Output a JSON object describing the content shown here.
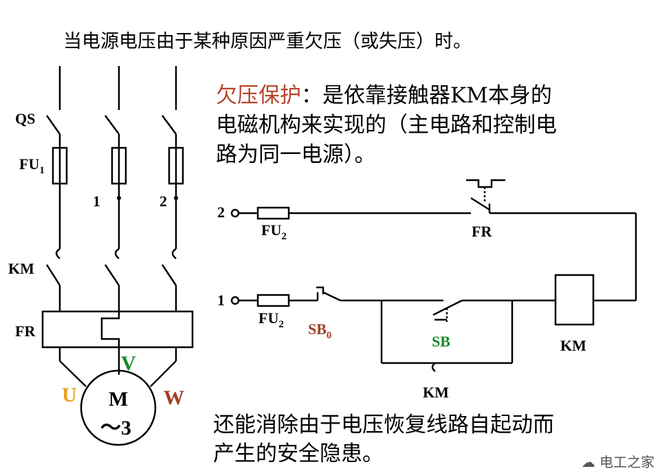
{
  "heading": "当电源电压由于某种原因严重欠压（或失压）时。",
  "explanation": {
    "term": "欠压保护",
    "line1_rest": "：是依靠接触器KM本身的",
    "line2": "电磁机构来实现的（主电路和控制电",
    "line3": "路为同一电源）。"
  },
  "footer": {
    "line1": "还能消除由于电压恢复线路自起动而",
    "line2": "产生的安全隐患。"
  },
  "watermark": "电工之家",
  "main_circuit": {
    "qs": "QS",
    "fu": "FU",
    "fu_sub": "1",
    "node1": "1",
    "node2": "2",
    "km": "KM",
    "fr": "FR",
    "motor": "M",
    "motor_phase": "～3",
    "phase_u": "U",
    "phase_v": "V",
    "phase_w": "W"
  },
  "control_circuit": {
    "node2": "2",
    "node1": "1",
    "fu": "FU",
    "fu_sub": "2",
    "fr": "FR",
    "sb0": "SB",
    "sb0_sub": "0",
    "sb": "SB",
    "km_coil": "KM",
    "km_contact": "KM"
  },
  "colors": {
    "accent_red": "#b5452a",
    "orange": "#e8a020",
    "green": "#1a8a2a",
    "brown": "#a04020"
  }
}
